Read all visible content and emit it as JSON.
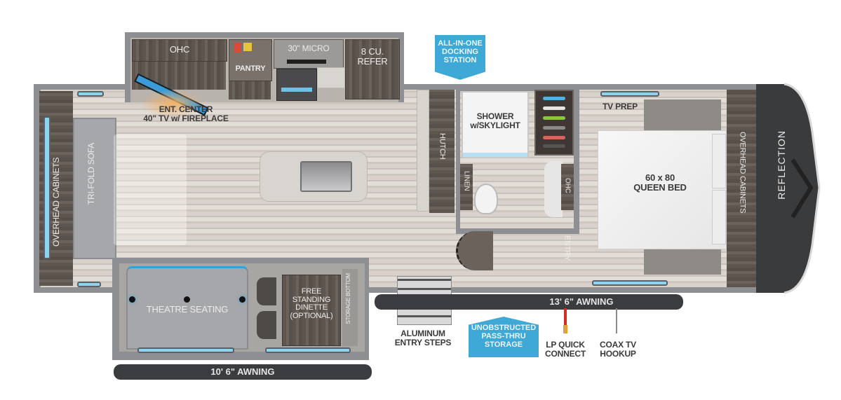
{
  "floorplan": {
    "model_name": "REFLECTION",
    "colors": {
      "callout_blue": "#3ea8d6",
      "awning_dark": "#3b3c3f",
      "wall_gray": "#8d8f93",
      "window_blue": "#8ed3f0",
      "nose_cap": "#3a3b3d",
      "lp_line_red": "#d62a22"
    },
    "kitchen_slide": {
      "ohc": "OHC",
      "pantry": "PANTRY",
      "microwave": "30\" MICRO",
      "refrigerator": "8 CU. REFER"
    },
    "living": {
      "ent_center_line1": "ENT. CENTER",
      "ent_center_line2": "40\" TV w/ FIREPLACE",
      "overhead_cabinets": "OVERHEAD CABINETS",
      "sofa": "TRI-FOLD SOFA"
    },
    "mid": {
      "hutch": "HUTCH",
      "shower_line1": "SHOWER",
      "shower_line2": "w/SKYLIGHT",
      "linen": "LINEN",
      "bath_ohc": "OHC",
      "entry": "ENTRY"
    },
    "bedroom": {
      "tv_prep": "TV PREP",
      "bed_line1": "60 x 80",
      "bed_line2": "QUEEN BED",
      "overhead_cabinets": "OVERHEAD CABINETS"
    },
    "lower_slide": {
      "theatre": "THEATRE SEATING",
      "dinette_line1": "FREE",
      "dinette_line2": "STANDING",
      "dinette_line3": "DINETTE",
      "dinette_line4": "(OPTIONAL)",
      "storage": "STORAGE BOTTOM",
      "awning": "10' 6\" AWNING"
    },
    "exterior": {
      "main_awning": "13' 6\" AWNING",
      "steps_line1": "ALUMINUM",
      "steps_line2": "ENTRY STEPS",
      "pass_thru_line1": "UNOBSTRUCTED",
      "pass_thru_line2": "PASS-THRU",
      "pass_thru_line3": "STORAGE",
      "lp_line1": "LP QUICK",
      "lp_line2": "CONNECT",
      "coax_line1": "COAX TV",
      "coax_line2": "HOOKUP",
      "docking_line1": "ALL-IN-ONE",
      "docking_line2": "DOCKING",
      "docking_line3": "STATION"
    }
  }
}
